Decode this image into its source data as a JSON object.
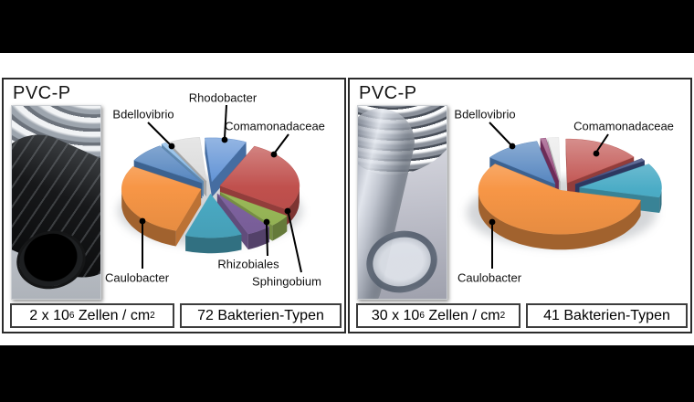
{
  "colors": {
    "letterbox": "#000000",
    "panel_border": "#2b2b2b",
    "stat_box_border": "#3d3d3d",
    "text": "#101010"
  },
  "panels": [
    {
      "title": "PVC-P",
      "cells": {
        "base": "2 x 10",
        "exp": "6",
        "unit": " Zellen / cm",
        "unit_exp": "2"
      },
      "types": "72 Bakterien-Typen"
    },
    {
      "title": "PVC-P",
      "cells": {
        "base": "30 x 10",
        "exp": "6",
        "unit": " Zellen / cm",
        "unit_exp": "2"
      },
      "types": "41 Bakterien-Typen"
    }
  ],
  "chart_data": [
    {
      "type": "pie",
      "style": "3d-exploded",
      "legend": false,
      "direction": "clockwise",
      "start_angle_deg": 95,
      "values_are": "percent share of bacterial community (estimated from slice angles)",
      "slices": [
        {
          "label": "Rhodobacter",
          "value": 8.5,
          "color": "#5B8FD4",
          "explode": 0.13
        },
        {
          "label": "Comamonadaceae",
          "value": 27.0,
          "color": "#C0504D",
          "explode": 0.13
        },
        {
          "label": "Sphingobium",
          "value": 4.5,
          "color": "#9BBB59",
          "explode": 0.17
        },
        {
          "label": "Rhizobiales",
          "value": 5.0,
          "color": "#8064A2",
          "explode": 0.17
        },
        {
          "label": "",
          "value": 11.5,
          "color": "#4BACC6",
          "explode": 0.15
        },
        {
          "label": "Caulobacter",
          "value": 28.5,
          "color": "#F79646",
          "explode": 0.12
        },
        {
          "label": "Bdellovibrio",
          "value": 7.5,
          "color": "#4F81BD",
          "explode": 0.14
        },
        {
          "label": "",
          "value": 1.0,
          "color": "#7EB3E3",
          "explode": 0.16
        },
        {
          "label": "",
          "value": 6.5,
          "color": "#D9D9D9",
          "explode": 0.15
        }
      ]
    },
    {
      "type": "pie",
      "style": "3d-exploded",
      "legend": false,
      "direction": "clockwise",
      "start_angle_deg": 99,
      "values_are": "percent share of bacterial community (estimated from slice angles)",
      "slices": [
        {
          "label": "",
          "value": 2.2,
          "color": "#E8E8E8",
          "explode": 0.18
        },
        {
          "label": "Comamonadaceae",
          "value": 15.3,
          "color": "#C0504D",
          "explode": 0.16
        },
        {
          "label": "",
          "value": 1.0,
          "color": "#3B4A7E",
          "explode": 0.2
        },
        {
          "label": "",
          "value": 12.6,
          "color": "#4BACC6",
          "explode": 0.22
        },
        {
          "label": "Caulobacter",
          "value": 56.7,
          "color": "#F79646",
          "explode": 0.03
        },
        {
          "label": "Bdellovibrio",
          "value": 11.1,
          "color": "#4F81BD",
          "explode": 0.14
        },
        {
          "label": "",
          "value": 1.1,
          "color": "#8E3A72",
          "explode": 0.18
        }
      ]
    }
  ]
}
